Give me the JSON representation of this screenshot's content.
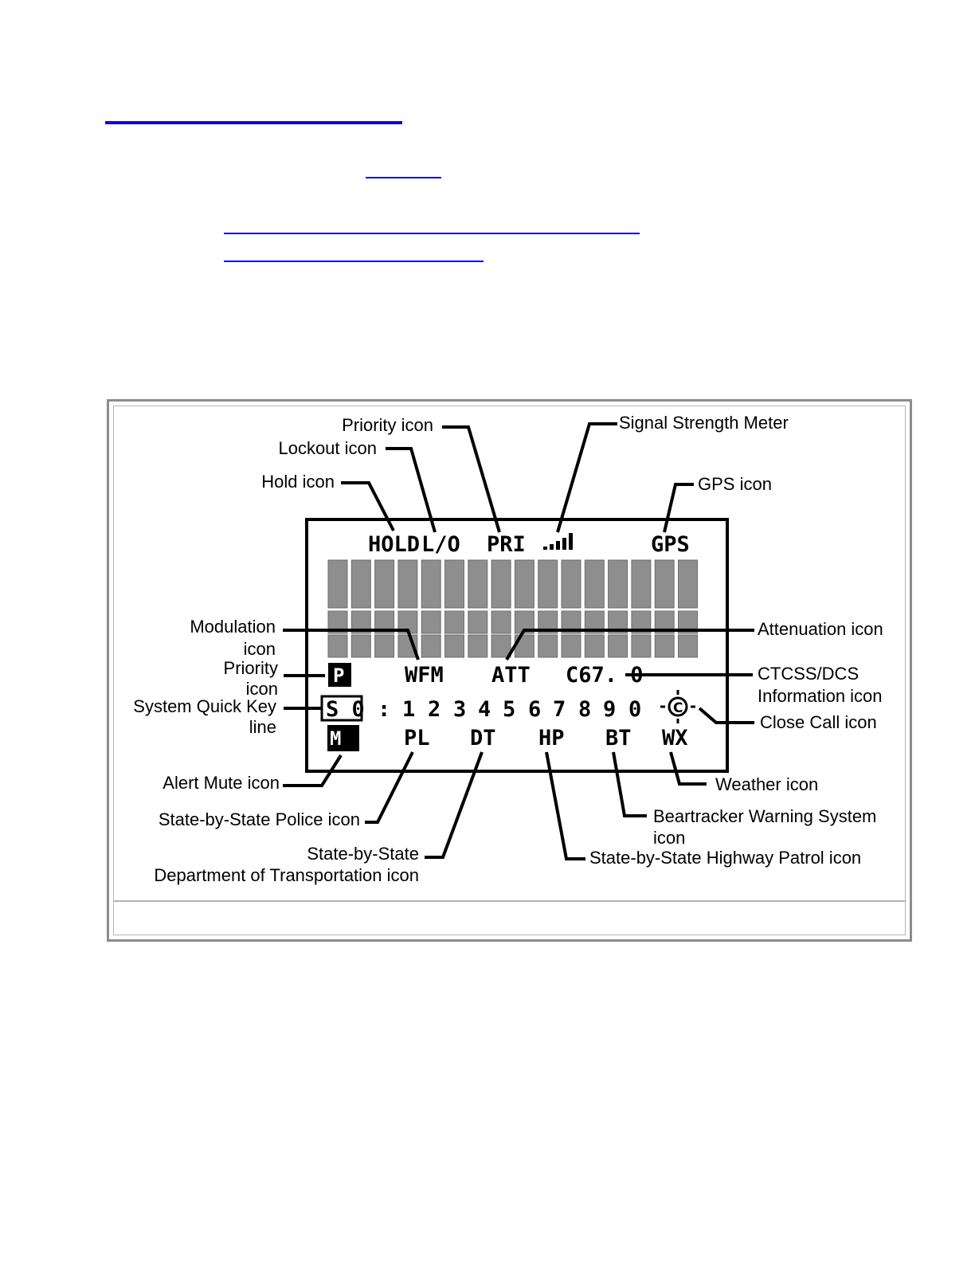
{
  "display": {
    "top_row": [
      "HOLD",
      "L/O",
      "PRI",
      "GPS"
    ],
    "mid_row": [
      "WFM",
      "ATT",
      "C67. 0"
    ],
    "priority_box": "P",
    "quick_key_prefix": "S 0",
    "quick_key_colon": ":",
    "quick_key_digits": [
      "1",
      "2",
      "3",
      "4",
      "5",
      "6",
      "7",
      "8",
      "9",
      "0"
    ],
    "close_call_glyph": "C",
    "mute_box": "M",
    "bottom_row": [
      "PL",
      "DT",
      "HP",
      "BT",
      "WX"
    ],
    "signal_bars": 5,
    "character_columns": 16
  },
  "labels": {
    "priority_top": "Priority icon",
    "signal": "Signal Strength Meter",
    "lockout": "Lockout icon",
    "hold": "Hold icon",
    "gps": "GPS icon",
    "modulation_1": "Modulation",
    "modulation_2": "icon",
    "attenuation": "Attenuation icon",
    "priority_1": "Priority",
    "priority_2": "icon",
    "ctcss_1": "CTCSS/DCS",
    "ctcss_2": "Information icon",
    "quickkey_1": "System Quick Key",
    "quickkey_2": "line",
    "closecall": "Close Call icon",
    "alertmute": "Alert Mute icon",
    "weather": "Weather icon",
    "police": "State-by-State Police icon",
    "beartracker_1": "Beartracker Warning System",
    "beartracker_2": "icon",
    "dot_1": "State-by-State",
    "dot_2": "Department of Transportation icon",
    "highway": "State-by-State Highway Patrol icon"
  },
  "colors": {
    "link_rule": "#0a0ad6",
    "lcd_cell": "#8e8e8e",
    "lcd_cell_edge": "#6e6e6e"
  }
}
